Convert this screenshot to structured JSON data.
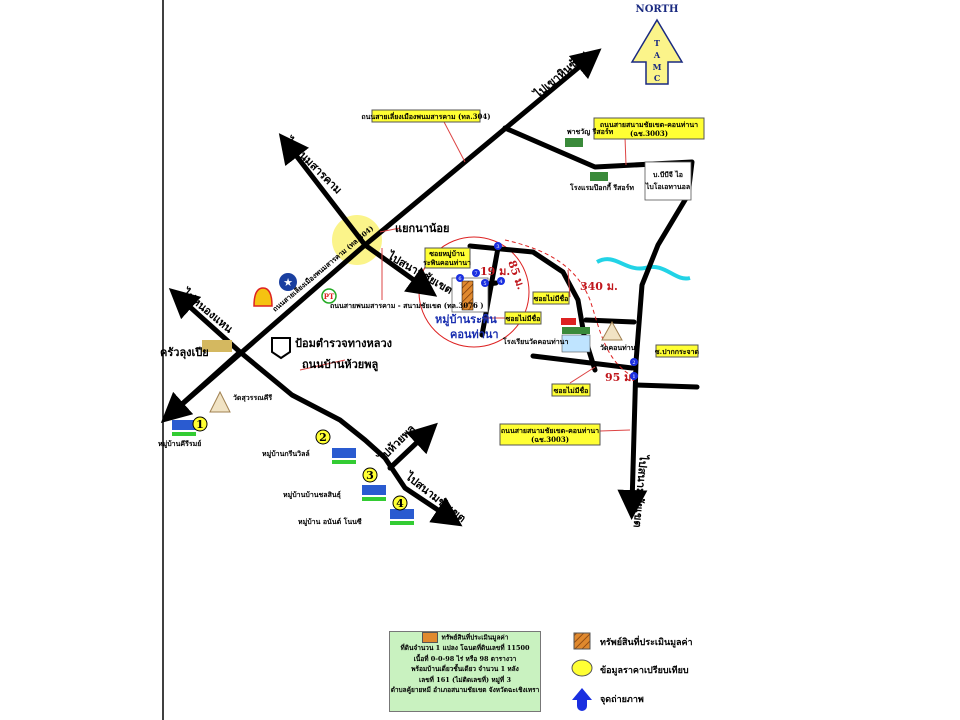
{
  "north": {
    "label": "NORTH",
    "letters": [
      "T",
      "A",
      "M",
      "C"
    ]
  },
  "roads": {
    "hw304": "ถนนสายเลี่ยงเมืองพนมสารคาม (ทล.304)",
    "hw304_diag": "ถนนสายเลี่ยงเมืองพนมสารคาม (ทล.304)",
    "hw3076": "ถนนสายพนมสารคาม - สนามชัยเขต (ทล.3076 )",
    "ch3003_top_1": "ถนนสายสนามชัยเขต-คอนท่านา",
    "ch3003_top_2": "(ฉช.3003)",
    "ch3003_bot_1": "ถนนสายสนามชัยเขต-คอนท่านา",
    "ch3003_bot_2": "(ฉช.3003)",
    "huaiphlu_road": "ถนนบ้านห้วยพลู",
    "soi_village_1": "ซอยหมู่บ้าน",
    "soi_village_2": "ระพินคอนท่านา",
    "soi_unnamed_1": "ซอยไม่มีชื่อ",
    "soi_unnamed_2": "ซอยไม่มีชื่อ",
    "soi_unnamed_3": "ซอยไม่มีชื่อ",
    "soi_pakkradad": "ซ.ปากกระจาด"
  },
  "directions": {
    "khao_hin_son": "ไปเขาหินซ้อน",
    "phanom_sarakham": "ไปพนมสารคาม",
    "sanam_chai_khet_1": "ไปสนามชัยเขต",
    "nong_hae": "ไปหนองแหน",
    "huai_phlu": "ไปห้วยพลู",
    "sanam_chai_khet_2": "ไปสนามชัยเขต",
    "sanam_chai_khet_3": "ไปสนามชัยเขต"
  },
  "places": {
    "junction": "แยกนาน้อย",
    "resort1": "พาชวัญ รีสอร์ท",
    "resort2": "โรงแรมป๊อกกี้ รีสอร์ท",
    "box_line1": "บ.บีบีจี ไอ",
    "box_line2": "ไบโอเอทานอล",
    "police": "ป้อมตำรวจทางหลวง",
    "restaurant": "ครัวลุงเปีย",
    "temple1": "วัดสุวรรณคีรี",
    "village_main_1": "หมู่บ้านระพิน",
    "village_main_2": "คอนท่านา",
    "school": "โรงเรียนวัดคอนท่านา",
    "temple2": "วัดคอนท่านา"
  },
  "distances": {
    "d19": "19 ม.",
    "d340": "340 ม.",
    "d95": "95 ม.",
    "d_side": "85 ม."
  },
  "villages": [
    {
      "num": "1",
      "name": "หมู่บ้านคีรีรมย์"
    },
    {
      "num": "2",
      "name": "หมู่บ้านกรีนวิลล์"
    },
    {
      "num": "3",
      "name": "หมู่บ้านบ้านชลสินธุ์"
    },
    {
      "num": "4",
      "name": "หมู่บ้าน อนันต์ โนนซี"
    }
  ],
  "photo_points": [
    "1",
    "2",
    "3",
    "4",
    "5",
    "6",
    "7"
  ],
  "info_box": {
    "title": "ทรัพย์สินที่ประเมินมูลค่า",
    "lines": [
      "ที่ดินจำนวน 1 แปลง โฉนดที่ดินเลขที่ 11500",
      "เนื้อที่ 0-0-98 ไร่ หรือ 98 ตารางวา",
      "พร้อมบ้านเดี่ยวชั้นเดียว จำนวน 1 หลัง",
      "เลขที่ 161 (ไม่ติดเลขที่) หมู่ที่ 3",
      "ตำบลคู้ยายหมี อำเภอสนามชัยเขต จังหวัดฉะเชิงเทรา"
    ]
  },
  "legend": [
    {
      "icon": "hatched-square-icon",
      "label": "ทรัพย์สินที่ประเมินมูลค่า"
    },
    {
      "icon": "yellow-circle-icon",
      "label": "ข้อมูลราคาเปรียบเทียบ"
    },
    {
      "icon": "blue-arrow-icon",
      "label": "จุดถ่ายภาพ"
    }
  ],
  "colors": {
    "road": "#000000",
    "highlight": "#ffff33",
    "accent_red": "#c0161c",
    "blue": "#1a2fb0",
    "river": "#22d3e6",
    "info_bg": "#c9f2c0"
  }
}
